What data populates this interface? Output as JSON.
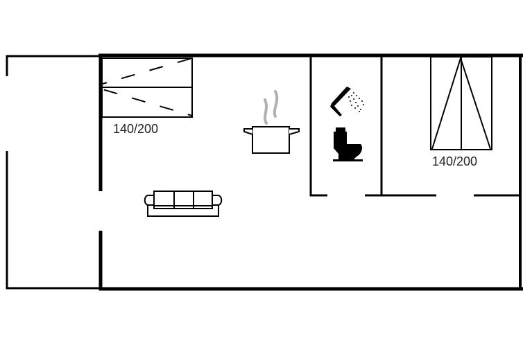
{
  "floorplan": {
    "colors": {
      "wall": "#000000",
      "steam": "#b0b0b0",
      "background": "#ffffff"
    },
    "rooms": [
      {
        "name": "terrace",
        "label": ""
      },
      {
        "name": "living-kitchen",
        "label": ""
      },
      {
        "name": "bathroom",
        "label": ""
      },
      {
        "name": "bedroom",
        "label": ""
      }
    ],
    "beds": [
      {
        "name": "sofa-bed",
        "size_label": "140/200"
      },
      {
        "name": "double-bed",
        "size_label": "140/200"
      }
    ],
    "icons": [
      "cooking-pot-icon",
      "shower-icon",
      "toilet-icon",
      "sofa-icon"
    ]
  }
}
